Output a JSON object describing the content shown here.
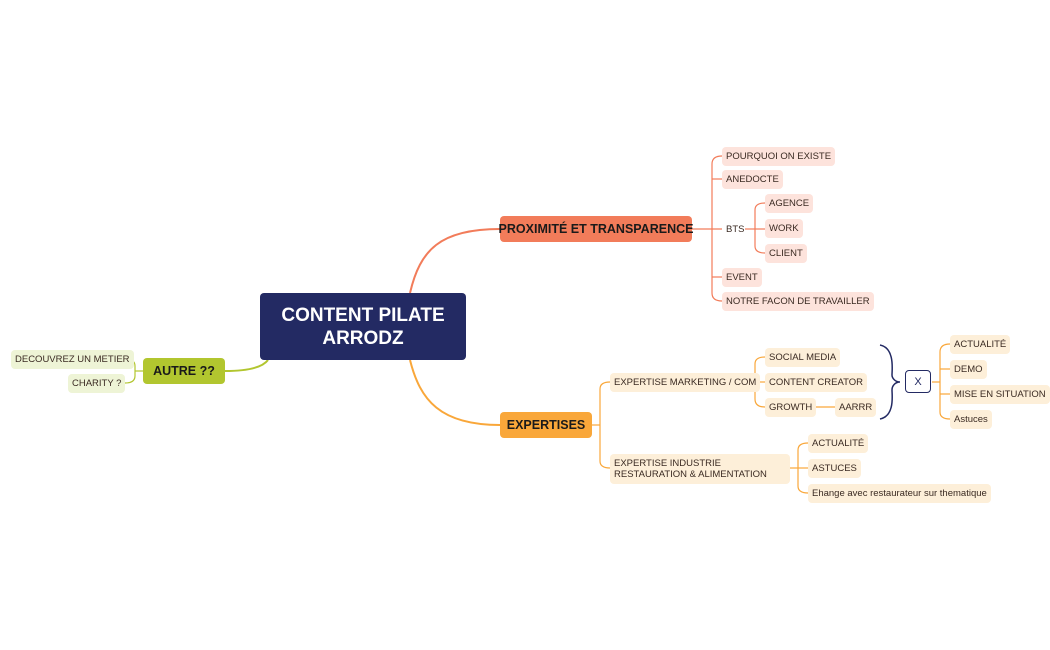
{
  "map": {
    "root": "CONTENT PILATE\nARRODZ",
    "proximite": {
      "label": "PROXIMITÉ  ET TRANSPARENCE",
      "items": {
        "pourquoi": "POURQUOI ON EXISTE",
        "anecdote": "ANEDOCTE",
        "bts": "BTS",
        "bts_children": [
          "AGENCE",
          "WORK",
          "CLIENT"
        ],
        "event": "EVENT",
        "facon": "NOTRE FACON DE TRAVAILLER"
      }
    },
    "expertises": {
      "label": "EXPERTISES",
      "marketing": {
        "label": "EXPERTISE MARKETING / COM",
        "children": [
          "SOCIAL MEDIA",
          "CONTENT CREATOR",
          "GROWTH"
        ],
        "growth_child": "AARRR",
        "x_label": "X",
        "x_children": [
          "ACTUALITÉ",
          "DEMO",
          "MISE EN SITUATION",
          "Astuces"
        ]
      },
      "industrie": {
        "label": "EXPERTISE INDUSTRIE RESTAURATION & ALIMENTATION",
        "children": [
          "ACTUALITÉ",
          "ASTUCES",
          "Ehange avec restaurateur sur thematique"
        ]
      }
    },
    "autre": {
      "label": "AUTRE ??",
      "children": [
        "DECOUVREZ UN METIER",
        "CHARITY ?"
      ]
    }
  },
  "colors": {
    "root": "#232a63",
    "proximite": "#f27c5a",
    "expertises": "#f9a73a",
    "autre": "#b2c62f",
    "brace": "#232a63"
  }
}
